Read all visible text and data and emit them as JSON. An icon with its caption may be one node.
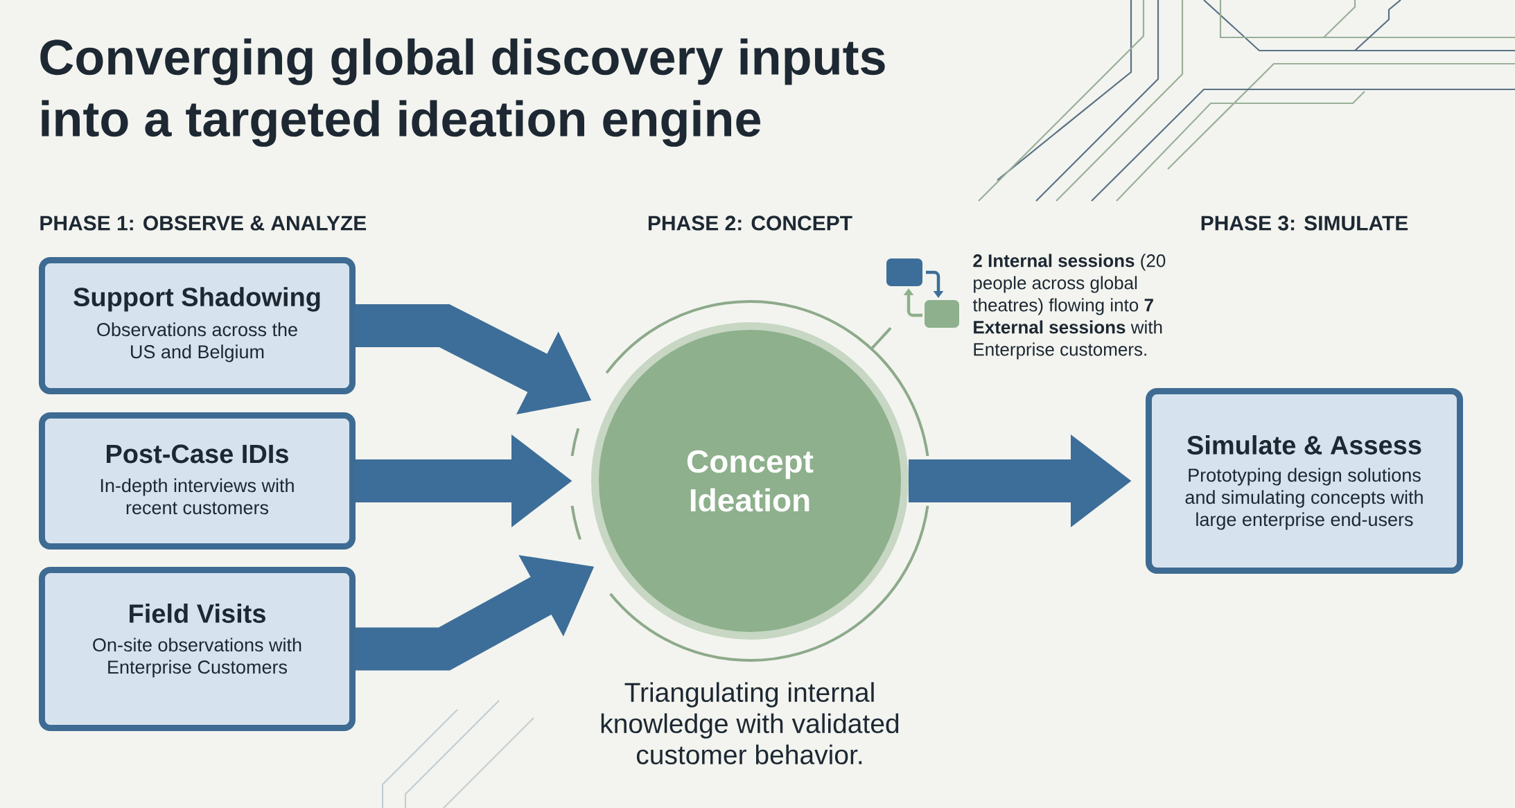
{
  "diagram": {
    "title": "Converging global discovery inputs into a targeted ideation engine",
    "nodes": [
      {
        "text": [
          "Support Shadowing",
          "Observations across the US and Belgium"
        ]
      },
      {
        "text": [
          "Post-Case IDIs",
          "In-depth interviews with recent customers"
        ]
      },
      {
        "text": [
          "Field Visits",
          "On-site observations with Enterprise Customers"
        ]
      },
      {
        "text": [
          "Concept Ideation"
        ],
        "beside": [
          "Triangulating internal knowledge with validated customer behavior."
        ]
      },
      {
        "text": [],
        "shape": "picture",
        "beside": [
          "**2 Internal sessions** (20 people across global theatres) flowing into **7 External sessions** with Enterprise customers."
        ]
      },
      {
        "text": [
          "Simulate & Assess",
          "Prototyping design solutions and simulating concepts with large enterprise end-users"
        ]
      }
    ],
    "edges": [
      {
        "from": 0,
        "to": 3,
        "arrow": "to"
      },
      {
        "from": 1,
        "to": 3,
        "arrow": "to"
      },
      {
        "from": 2,
        "to": 3,
        "arrow": "to"
      },
      {
        "from": 3,
        "to": 5,
        "arrow": "to"
      },
      {
        "from": 4,
        "to": 3,
        "arrow": "none",
        "color": "#8daa8b"
      }
    ],
    "labels": [
      "PHASE 1: OBSERVE & ANALYZE",
      "PHASE 2: CONCEPT",
      "PHASE 3: SIMULATE"
    ]
  }
}
